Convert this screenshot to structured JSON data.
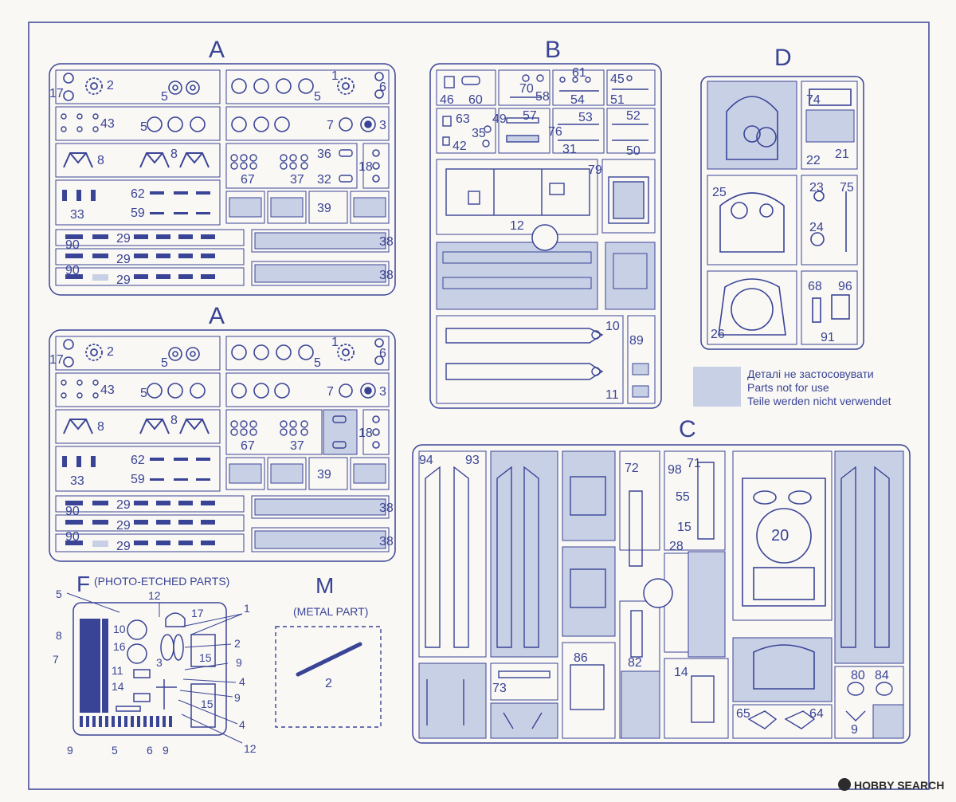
{
  "sprues": {
    "A_top": {
      "letter": "A",
      "parts": [
        "17",
        "2",
        "5",
        "1",
        "6",
        "43",
        "5",
        "5",
        "7",
        "3",
        "8",
        "8",
        "36",
        "18",
        "67",
        "37",
        "32",
        "62",
        "33",
        "59",
        "39",
        "90",
        "29",
        "38",
        "29",
        "90",
        "29",
        "38"
      ]
    },
    "A_bottom": {
      "letter": "A",
      "parts": [
        "17",
        "2",
        "5",
        "1",
        "6",
        "43",
        "5",
        "5",
        "7",
        "3",
        "8",
        "8",
        "18",
        "67",
        "37",
        "62",
        "33",
        "59",
        "39",
        "90",
        "29",
        "38",
        "29",
        "90",
        "29",
        "38"
      ]
    },
    "B": {
      "letter": "B",
      "parts": [
        "46",
        "60",
        "70",
        "58",
        "61",
        "54",
        "45",
        "51",
        "63",
        "42",
        "35",
        "49",
        "57",
        "76",
        "53",
        "31",
        "52",
        "50",
        "12",
        "79",
        "10",
        "11",
        "89"
      ]
    },
    "C": {
      "letter": "C",
      "parts": [
        "94",
        "93",
        "72",
        "98",
        "71",
        "55",
        "15",
        "28",
        "20",
        "86",
        "82",
        "73",
        "14",
        "65",
        "64",
        "80",
        "84",
        "9"
      ]
    },
    "D": {
      "letter": "D",
      "parts": [
        "74",
        "22",
        "21",
        "25",
        "23",
        "75",
        "24",
        "26",
        "68",
        "96",
        "91"
      ]
    },
    "F": {
      "letter": "F",
      "subtitle": "(PHOTO-ETCHED PARTS)",
      "parts": [
        "5",
        "12",
        "17",
        "1",
        "10",
        "16",
        "2",
        "8",
        "7",
        "11",
        "3",
        "15",
        "9",
        "14",
        "4",
        "9",
        "15",
        "4",
        "9",
        "5",
        "6",
        "9",
        "12"
      ]
    },
    "M": {
      "letter": "M",
      "subtitle": "(METAL PART)",
      "parts": [
        "2"
      ]
    }
  },
  "legend": {
    "lines": [
      "Деталі не застосовувати",
      "Parts not for use",
      "Teile werden nicht verwendet"
    ],
    "shade_color": "#c8d0e6"
  },
  "watermark": "HOBBY SEARCH",
  "colors": {
    "ink": "#3a4496",
    "paper": "#f9f8f4",
    "shade": "#c8d0e6"
  }
}
